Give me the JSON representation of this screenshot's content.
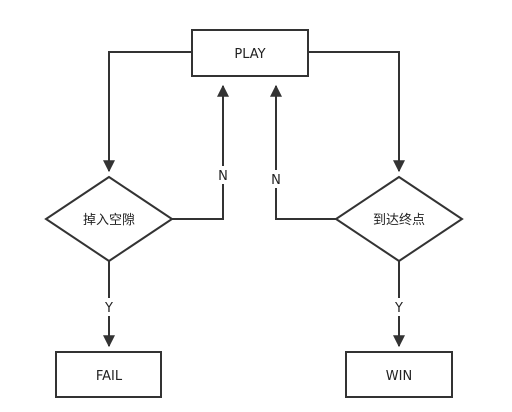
{
  "diagram": {
    "nodes": {
      "play": {
        "label": "PLAY",
        "shape": "rectangle"
      },
      "fall_gap": {
        "label": "掉入空隙",
        "shape": "diamond"
      },
      "reach_end": {
        "label": "到达终点",
        "shape": "diamond"
      },
      "fail": {
        "label": "FAIL",
        "shape": "rectangle"
      },
      "win": {
        "label": "WIN",
        "shape": "rectangle"
      }
    },
    "edges": {
      "fall_gap_no": {
        "from": "fall_gap",
        "to": "play",
        "label": "N"
      },
      "reach_end_no": {
        "from": "reach_end",
        "to": "play",
        "label": "N"
      },
      "fall_gap_yes": {
        "from": "fall_gap",
        "to": "fail",
        "label": "Y"
      },
      "reach_end_yes": {
        "from": "reach_end",
        "to": "win",
        "label": "Y"
      },
      "play_to_fall_gap": {
        "from": "play",
        "to": "fall_gap"
      },
      "play_to_reach_end": {
        "from": "play",
        "to": "reach_end"
      }
    },
    "colors": {
      "stroke": "#333333",
      "text": "#222222",
      "background": "#ffffff"
    }
  }
}
